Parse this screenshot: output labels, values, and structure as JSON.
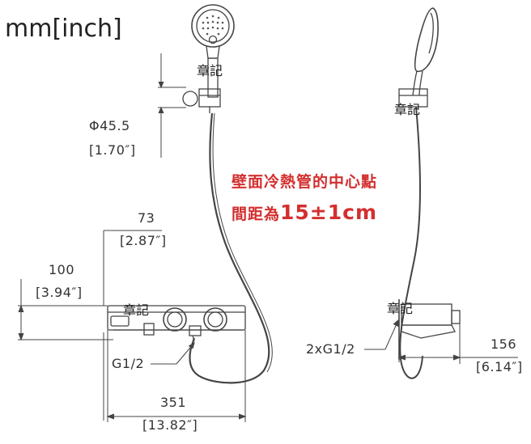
{
  "units_label": "mm[inch]",
  "stamps": {
    "stamp_text": "章記"
  },
  "dimensions": {
    "mount_diameter_mm": "Φ45.5",
    "mount_diameter_in": "[1.70″]",
    "height_73_mm": "73",
    "height_73_in": "[2.87″]",
    "height_100_mm": "100",
    "height_100_in": "[3.94″]",
    "width_351_mm": "351",
    "width_351_in": "[13.82″]",
    "depth_156_mm": "156",
    "depth_156_in": "[6.14″]",
    "inlet_front": "G1/2",
    "inlet_side": "2xG1/2"
  },
  "note": {
    "line1": "壁面冷熱管的中心點",
    "line2_prefix": "間距為",
    "line2_value": "15±1cm"
  },
  "colors": {
    "line": "#444444",
    "note": "#d32f2f"
  }
}
